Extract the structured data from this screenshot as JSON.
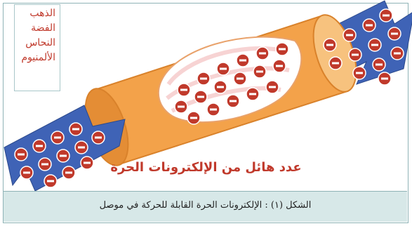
{
  "metals": [
    "الذهب",
    "الفضة",
    "النحاس",
    "الألمنيوم"
  ],
  "headline": "عدد هائل من الإلكترونات الحرة",
  "caption": "الشكل (١) : الإلكترونات الحرة القابلة للحركة في موصل",
  "colors": {
    "cylinder_body": "#f3a24a",
    "cylinder_cap": "#f7c27e",
    "arrow": "#3f63b6",
    "electron": "#c0392b",
    "text_red": "#c0392b",
    "caption_bg": "#d7e8e8",
    "frame": "#8fb3b6"
  }
}
